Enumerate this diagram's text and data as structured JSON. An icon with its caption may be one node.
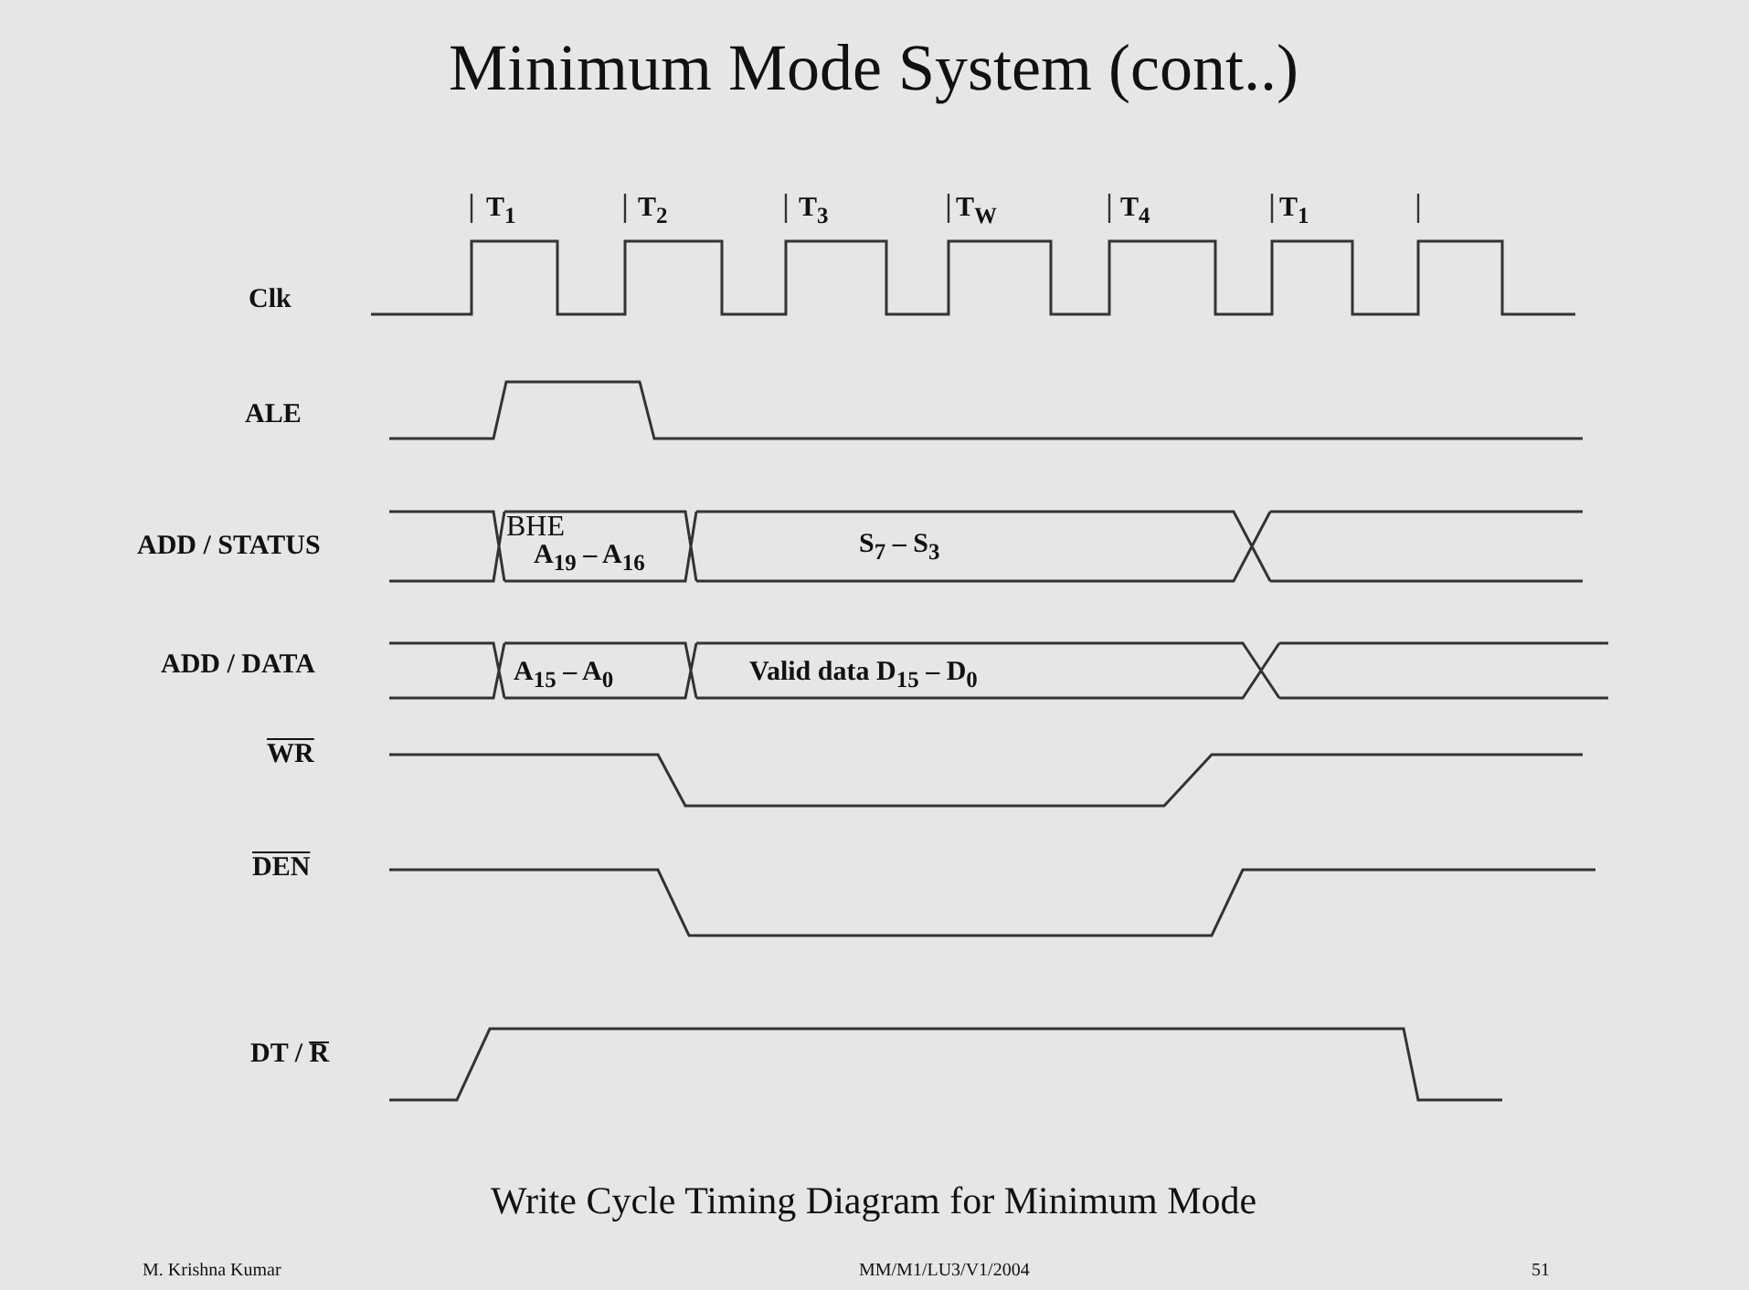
{
  "diagram": {
    "title": "Minimum Mode System  (cont..)",
    "caption": "Write Cycle Timing Diagram for Minimum Mode",
    "labels": [
      "T$_{1}$",
      "T$_{2}$",
      "T$_{3}$",
      "T$_{W}$",
      "T$_{4}$",
      "T$_{1}$",
      "Clk",
      "ALE",
      "BHE",
      "ADD / STATUS",
      "A$_{19}$ – A$_{16}$",
      "S$_{7}$ – S$_{3}$",
      "ADD / DATA",
      "A$_{15}$ – A$_{0}$",
      "Valid data D$_{15}$ – D$_{0}$",
      "WR",
      "DEN",
      "DT / R",
      "M. Krishna Kumar",
      "MM/M1/LU3/V1/2004",
      "51"
    ]
  }
}
